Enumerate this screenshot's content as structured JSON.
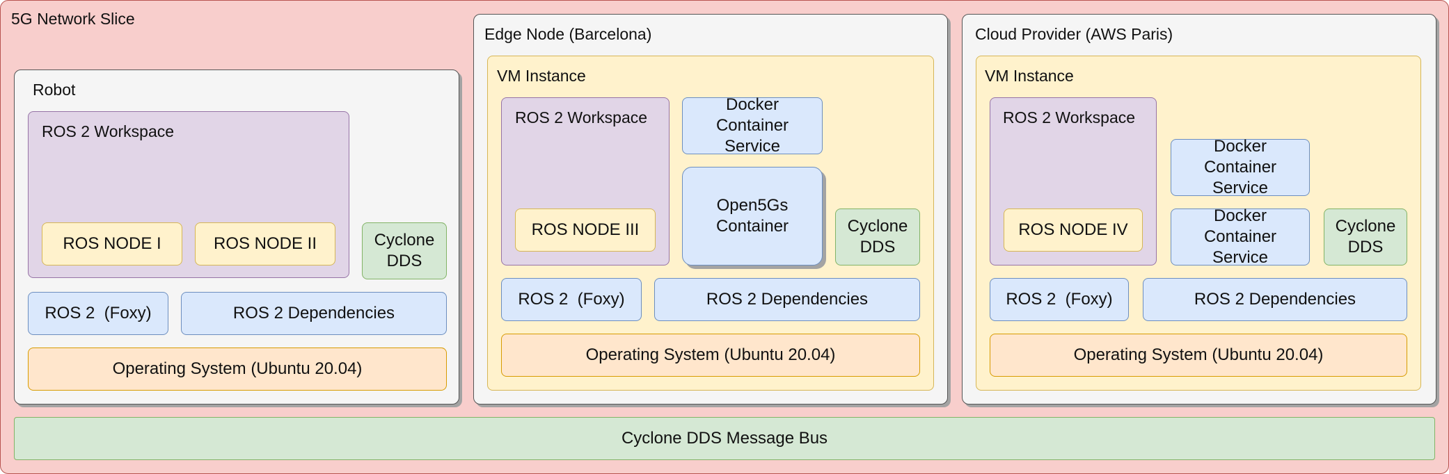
{
  "slice": {
    "title": "5G Network Slice"
  },
  "robot": {
    "title": "Robot",
    "workspace": "ROS 2 Workspace",
    "node1": "ROS NODE I",
    "node2": "ROS NODE II",
    "dds": "Cyclone DDS",
    "ros": "ROS 2  (Foxy)",
    "deps": "ROS 2 Dependencies",
    "os": "Operating System (Ubuntu 20.04)"
  },
  "edge": {
    "title": "Edge Node (Barcelona)",
    "vm": "VM Instance",
    "workspace": "ROS 2 Workspace",
    "node": "ROS NODE III",
    "docker": "Docker Container Service",
    "open5gs": "Open5Gs Container",
    "dds": "Cyclone DDS",
    "ros": "ROS 2  (Foxy)",
    "deps": "ROS 2 Dependencies",
    "os": "Operating System (Ubuntu 20.04)"
  },
  "cloud": {
    "title": "Cloud Provider (AWS Paris)",
    "vm": "VM Instance",
    "workspace": "ROS 2 Workspace",
    "node": "ROS NODE IV",
    "docker1": "Docker Container Service",
    "docker2": "Docker Container Service",
    "dds": "Cyclone DDS",
    "ros": "ROS 2  (Foxy)",
    "deps": "ROS 2 Dependencies",
    "os": "Operating System (Ubuntu 20.04)"
  },
  "bus": {
    "label": "Cyclone DDS Message Bus"
  },
  "colors": {
    "slice": "#f8cecc",
    "host": "#f5f5f5",
    "vm": "#fff2cc",
    "workspace": "#e1d5e7",
    "dds": "#d5e8d4",
    "service": "#dae8fc",
    "os": "#ffe6cc"
  }
}
